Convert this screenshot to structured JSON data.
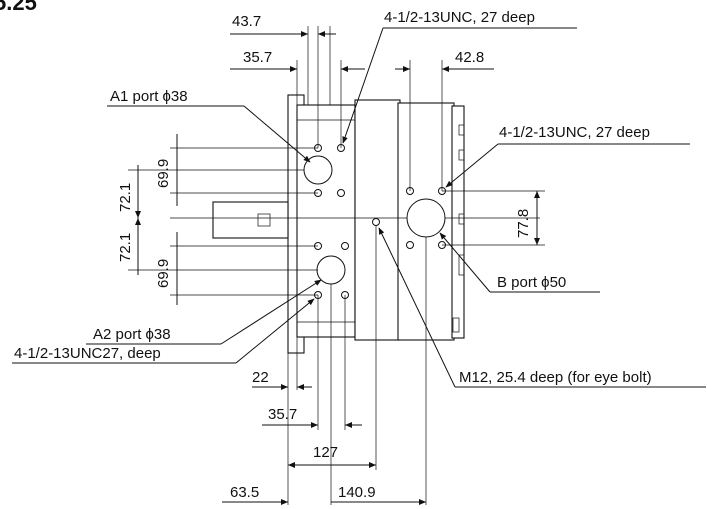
{
  "header_fragment": "5.25",
  "dimensions": {
    "top_437": "43.7",
    "top_357": "35.7",
    "top_428": "42.8",
    "left_699_upper": "69.9",
    "left_721_upper": "72.1",
    "left_721_lower": "72.1",
    "left_699_lower": "69.9",
    "right_778": "77.8",
    "bottom_22": "22",
    "bottom_357": "35.7",
    "bottom_127": "127",
    "bottom_635": "63.5",
    "bottom_1409": "140.9"
  },
  "callouts": {
    "a1_port": "A1 port ϕ38",
    "a2_port": "A2 port ϕ38",
    "b_port": "B port ϕ50",
    "top_thread": "4-1/2-13UNC, 27 deep",
    "right_thread": "4-1/2-13UNC, 27 deep",
    "lower_thread": "4-1/2-13UNC27, deep",
    "eye_bolt": "M12, 25.4 deep (for eye bolt)"
  }
}
